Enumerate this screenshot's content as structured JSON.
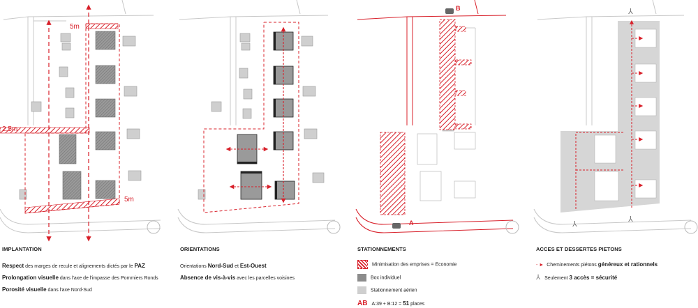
{
  "panels": {
    "implantation": {
      "title": "IMPLANTATION",
      "l1_bold": "Respect",
      "l1_text": " des marges de recule et alignements dictés par le ",
      "l1_bold2": "PAZ",
      "l2_bold": "Prolongation visuelle",
      "l2_text": " dans l'axe de l'impasse des Pommiers Ronds",
      "l3_bold": "Porosité visuelle",
      "l3_text": " dans l'axe Nord-Sud",
      "dim_top": "5m",
      "dim_left": "2.5m",
      "dim_bottom": "5m"
    },
    "orientations": {
      "title": "ORIENTATIONS",
      "l1_text": "Orientations ",
      "l1_bold": "Nord-Sud",
      "l1_text2": " et ",
      "l1_bold2": "Est-Ouest",
      "l2_bold": "Absence de vis-à-vis",
      "l2_text": " avec les parcelles voisines"
    },
    "stationnements": {
      "title": "STATIONNEMENTS",
      "leg1": "Minimisation des emprises = Economie",
      "leg2": "Box individuel",
      "leg3": "Stationnement aérien",
      "total_code": "AB",
      "total_text": "A:39 + B:12 = ",
      "total_bold": "51",
      "total_unit": " places",
      "label_a": "A",
      "label_b": "B"
    },
    "acces": {
      "title": "ACCES ET DESSERTES PIETONS",
      "leg1_text": "Cheminements piétons ",
      "leg1_bold": "généreux et rationnels",
      "leg2_text": "Seulement ",
      "leg2_bold": "3 accès = sécurité"
    }
  },
  "colors": {
    "accent": "#d8202a",
    "building_dark": "#8c8c8c",
    "building_light": "#cfcfcf",
    "road_line": "#c8c8c8"
  }
}
